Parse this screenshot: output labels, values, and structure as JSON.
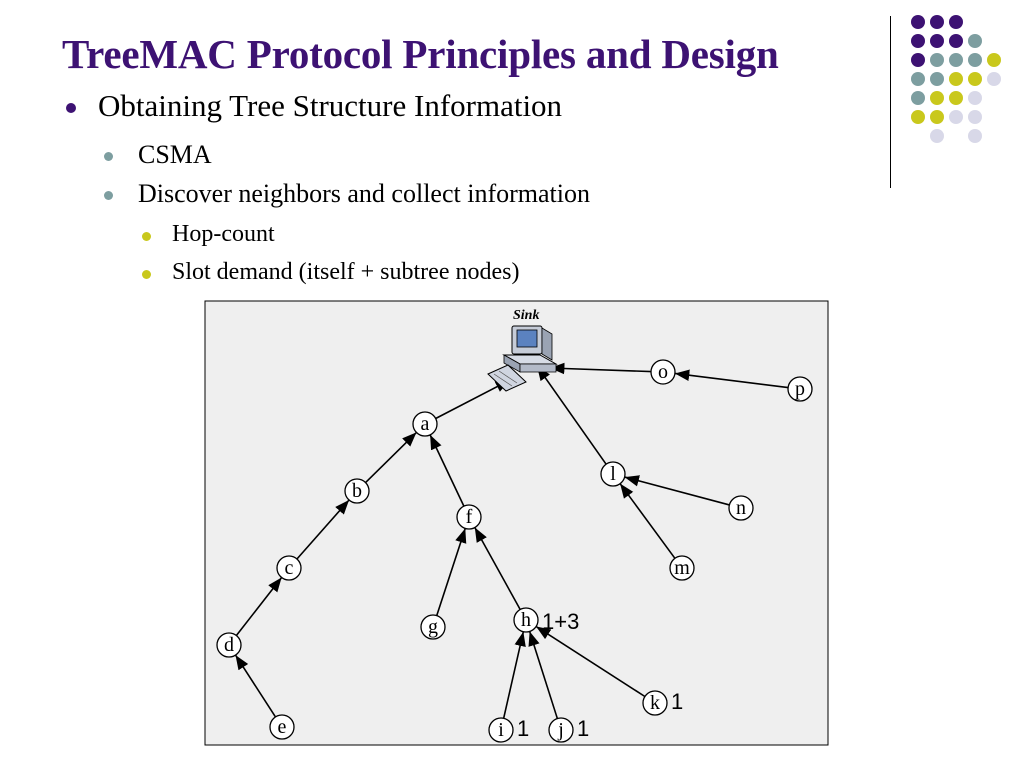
{
  "slide": {
    "title": "TreeMAC Protocol Principles and Design",
    "bullets": [
      {
        "level": 1,
        "text": "Obtaining Tree Structure Information"
      },
      {
        "level": 2,
        "text": "CSMA"
      },
      {
        "level": 2,
        "text": "Discover neighbors and collect information"
      },
      {
        "level": 3,
        "text": "Hop-count"
      },
      {
        "level": 3,
        "text": "Slot demand (itself + subtree nodes)"
      }
    ]
  },
  "colors": {
    "title": "#3d1273",
    "bullet_level1": "#3d1273",
    "bullet_level2": "#7d9ea0",
    "bullet_level3": "#c9c81c",
    "dot_purple": "#3d1273",
    "dot_teal": "#7d9ea0",
    "dot_yellow": "#c9c81c",
    "dot_lavender": "#d8d8e8",
    "diagram_bg": "#efefef"
  },
  "decoration": {
    "dot_rows": [
      [
        "purple",
        "purple",
        "purple",
        "none",
        "none"
      ],
      [
        "purple",
        "purple",
        "purple",
        "teal",
        "none"
      ],
      [
        "purple",
        "teal",
        "teal",
        "teal",
        "yellow"
      ],
      [
        "teal",
        "teal",
        "yellow",
        "yellow",
        "lavender"
      ],
      [
        "teal",
        "yellow",
        "yellow",
        "lavender",
        "none"
      ],
      [
        "yellow",
        "yellow",
        "lavender",
        "lavender",
        "none"
      ],
      [
        "none",
        "lavender",
        "none",
        "lavender",
        "none"
      ]
    ]
  },
  "diagram": {
    "sink_label": "Sink",
    "nodes": [
      "a",
      "b",
      "c",
      "d",
      "e",
      "f",
      "g",
      "h",
      "i",
      "j",
      "k",
      "l",
      "m",
      "n",
      "o",
      "p"
    ],
    "edges": [
      [
        "a",
        "sink"
      ],
      [
        "b",
        "a"
      ],
      [
        "c",
        "b"
      ],
      [
        "d",
        "c"
      ],
      [
        "e",
        "d"
      ],
      [
        "f",
        "a"
      ],
      [
        "g",
        "f"
      ],
      [
        "h",
        "f"
      ],
      [
        "i",
        "h"
      ],
      [
        "j",
        "h"
      ],
      [
        "k",
        "h"
      ],
      [
        "l",
        "sink"
      ],
      [
        "m",
        "l"
      ],
      [
        "n",
        "l"
      ],
      [
        "o",
        "sink"
      ],
      [
        "p",
        "o"
      ]
    ],
    "annotations": {
      "h": "1+3",
      "i": "1",
      "j": "1",
      "k": "1"
    }
  }
}
